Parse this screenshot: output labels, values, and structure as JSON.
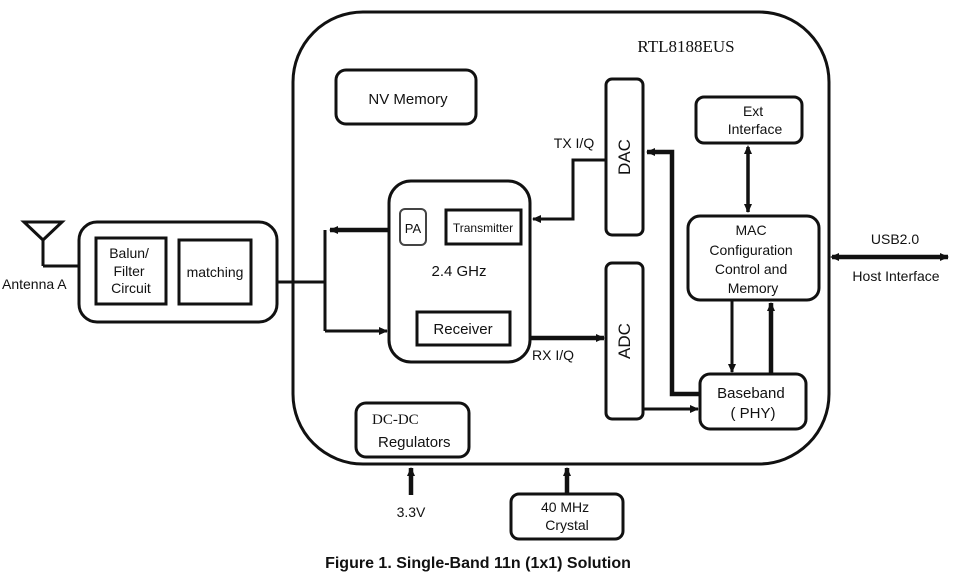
{
  "chip": {
    "name": "RTL8188EUS"
  },
  "antenna": {
    "label": "Antenna A"
  },
  "frontend": {
    "balun_lines": [
      "Balun/",
      "Filter",
      "Circuit"
    ],
    "matching": "matching"
  },
  "blocks": {
    "nv_memory": "NV Memory",
    "pa": "PA",
    "transmitter": "Transmitter",
    "rf_band": "2.4 GHz",
    "receiver": "Receiver",
    "dac": "DAC",
    "adc": "ADC",
    "ext_interface_lines": [
      "Ext",
      "Interface"
    ],
    "mac_lines": [
      "MAC",
      "Configuration",
      "Control and",
      "Memory"
    ],
    "baseband_lines": [
      "Baseband",
      "( PHY)"
    ],
    "dcdc_lines": [
      "DC-DC",
      "Regulators"
    ],
    "crystal_lines": [
      "40 MHz",
      "Crystal"
    ]
  },
  "signals": {
    "tx_iq": "TX I/Q",
    "rx_iq": "RX I/Q",
    "usb": "USB2.0",
    "host_interface": "Host Interface",
    "supply": "3.3V"
  },
  "caption": "Figure 1. Single-Band 11n (1x1) Solution"
}
